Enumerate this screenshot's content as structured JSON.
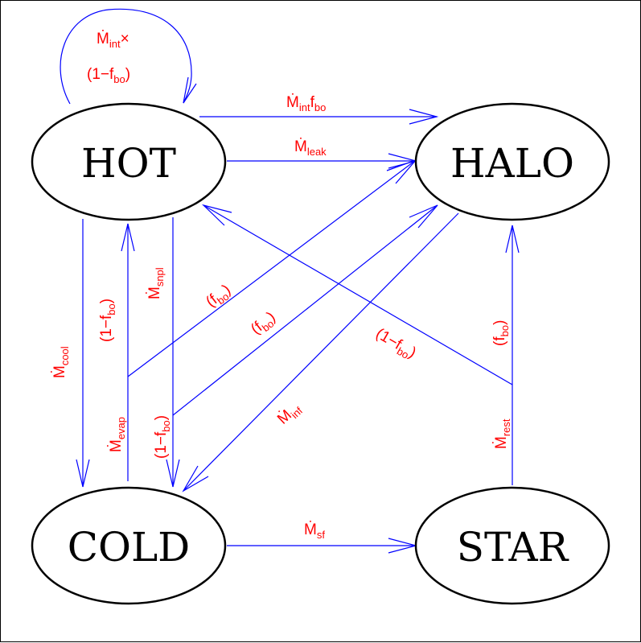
{
  "nodes": {
    "hot": "HOT",
    "halo": "HALO",
    "cold": "COLD",
    "star": "STAR"
  },
  "labels": {
    "self_loop_line1": {
      "main": "Ṁ",
      "sub": "int",
      "tail": "×"
    },
    "self_loop_line2": {
      "pre": "(1−f",
      "sub": "bo",
      "tail": ")"
    },
    "mint_fbo": {
      "main": "Ṁ",
      "sub": "int",
      "mid": "f",
      "sub2": "bo"
    },
    "mleak": {
      "main": "Ṁ",
      "sub": "leak"
    },
    "mcool": {
      "main": "Ṁ",
      "sub": "cool"
    },
    "one_minus_fbo_evap_up": {
      "pre": "(1−f",
      "sub": "bo",
      "tail": ")"
    },
    "msnpl": {
      "main": "Ṁ",
      "sub": "snpl"
    },
    "fbo_evap": {
      "pre": "(f",
      "sub": "bo",
      "tail": ")"
    },
    "fbo_snpl": {
      "pre": "(f",
      "sub": "bo",
      "tail": ")"
    },
    "one_minus_fbo_rest": {
      "pre": "(1−f",
      "sub": "bo",
      "tail": ")"
    },
    "fbo_rest": {
      "pre": "(f",
      "sub": "bo",
      "tail": ")"
    },
    "mevap": {
      "main": "Ṁ",
      "sub": "evap"
    },
    "one_minus_fbo_snpl": {
      "pre": "(1−f",
      "sub": "bo",
      "tail": ")"
    },
    "minf": {
      "main": "Ṁ",
      "sub": "inf"
    },
    "mrest": {
      "main": "Ṁ",
      "sub": "rest"
    },
    "msf": {
      "main": "Ṁ",
      "sub": "sf"
    }
  },
  "colors": {
    "edge": "#0000ff",
    "label": "#ff0000",
    "node_stroke": "#000000",
    "frame": "#000000"
  }
}
